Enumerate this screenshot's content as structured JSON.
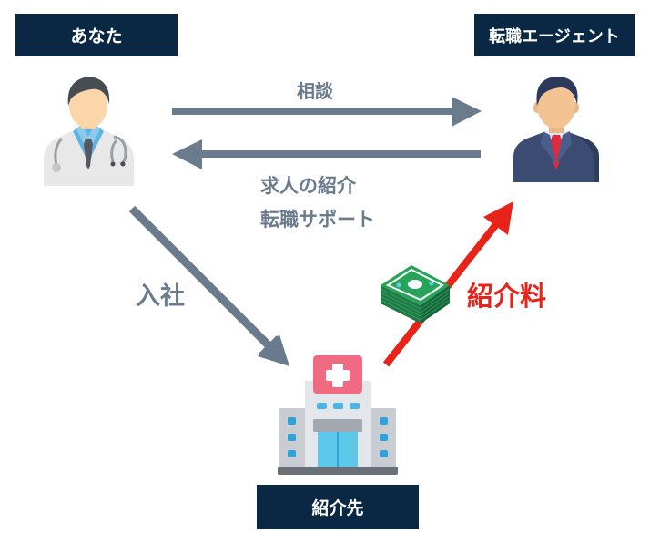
{
  "nodes": {
    "you": {
      "label": "あなた",
      "icon": "doctor-icon"
    },
    "agent": {
      "label": "転職エージェント",
      "icon": "businessman-icon"
    },
    "employer": {
      "label": "紹介先",
      "icon": "hospital-icon"
    }
  },
  "edges": {
    "consult": {
      "from": "you",
      "to": "agent",
      "label": "相談"
    },
    "support": {
      "from": "agent",
      "to": "you",
      "label_lines": [
        "求人の紹介",
        "転職サポート"
      ]
    },
    "join": {
      "from": "you",
      "to": "employer",
      "label": "入社"
    },
    "fee": {
      "from": "employer",
      "to": "agent",
      "label": "紹介料",
      "icon": "money-stack-icon"
    }
  },
  "colors": {
    "label_box_bg": "#0a2744",
    "label_box_text": "#ffffff",
    "arrow_grey": "#6b7b8e",
    "fee_red": "#e8241a"
  }
}
